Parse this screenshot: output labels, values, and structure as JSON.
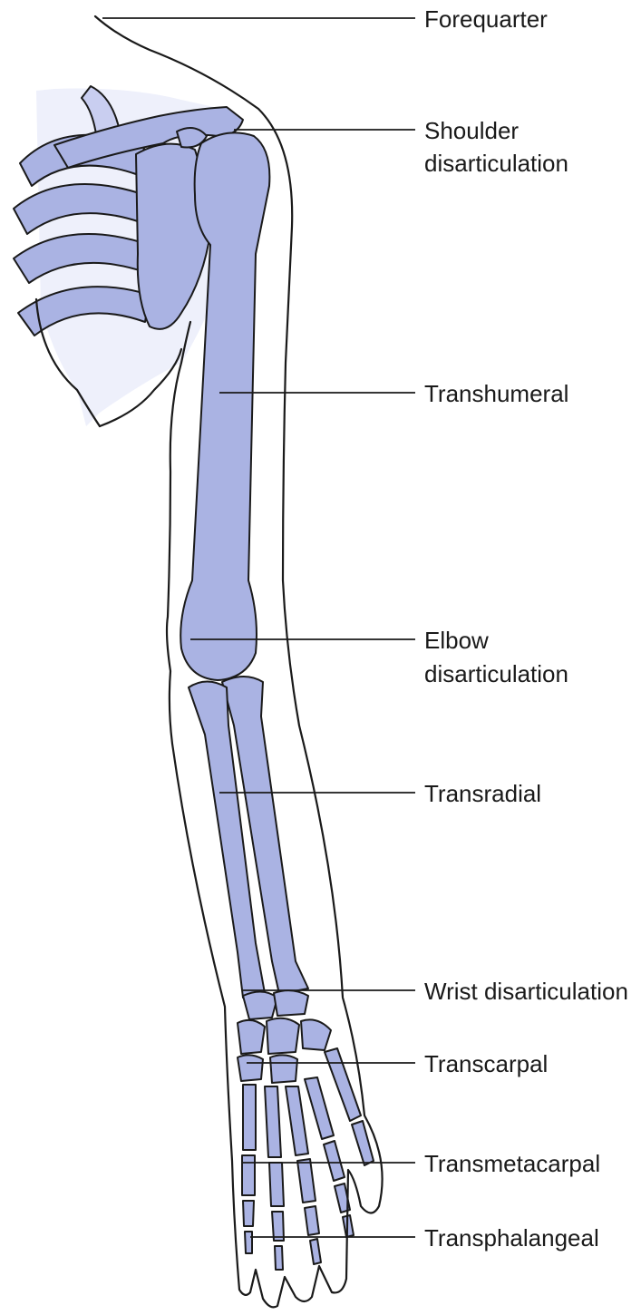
{
  "labels": {
    "forequarter": "Forequarter",
    "shoulder_line1": "Shoulder",
    "shoulder_line2": "disarticulation",
    "transhumeral": "Transhumeral",
    "elbow_line1": "Elbow",
    "elbow_line2": "disarticulation",
    "transradial": "Transradial",
    "wrist": "Wrist disarticulation",
    "transcarpal": "Transcarpal",
    "transmetacarpal": "Transmetacarpal",
    "transphalangeal": "Transphalangeal"
  },
  "colors": {
    "bone": "#aab3e3",
    "outline": "#1a1a1a",
    "background": "#ffffff"
  }
}
